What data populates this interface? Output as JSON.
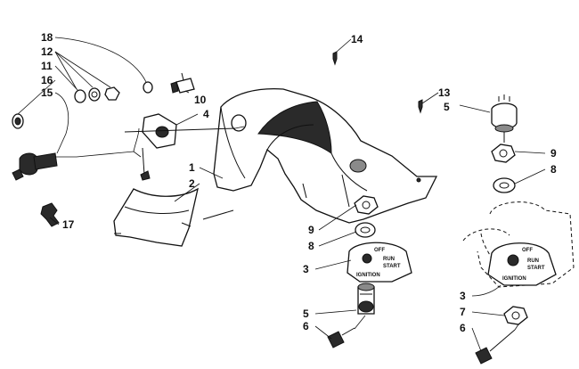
{
  "colors": {
    "ink": "#111111",
    "paper": "#ffffff",
    "shade": "#2a2a2a"
  },
  "callouts": {
    "c1": "1",
    "c2": "2",
    "c3_center": "3",
    "c3_right": "3",
    "c4": "4",
    "c5_top": "5",
    "c5_center": "5",
    "c6_center": "6",
    "c6_right": "6",
    "c7": "7",
    "c8_center": "8",
    "c8_right": "8",
    "c9_center": "9",
    "c9_right": "9",
    "c10": "10",
    "c11": "11",
    "c12": "12",
    "c13": "13",
    "c14": "14",
    "c15": "15",
    "c16": "16",
    "c17": "17",
    "c18": "18"
  },
  "plate_center": {
    "off": "OFF",
    "run": "RUN",
    "start": "START",
    "ignition": "IGNITION"
  },
  "plate_right": {
    "off": "OFF",
    "run": "RUN",
    "start": "START",
    "ignition": "IGNITION"
  }
}
